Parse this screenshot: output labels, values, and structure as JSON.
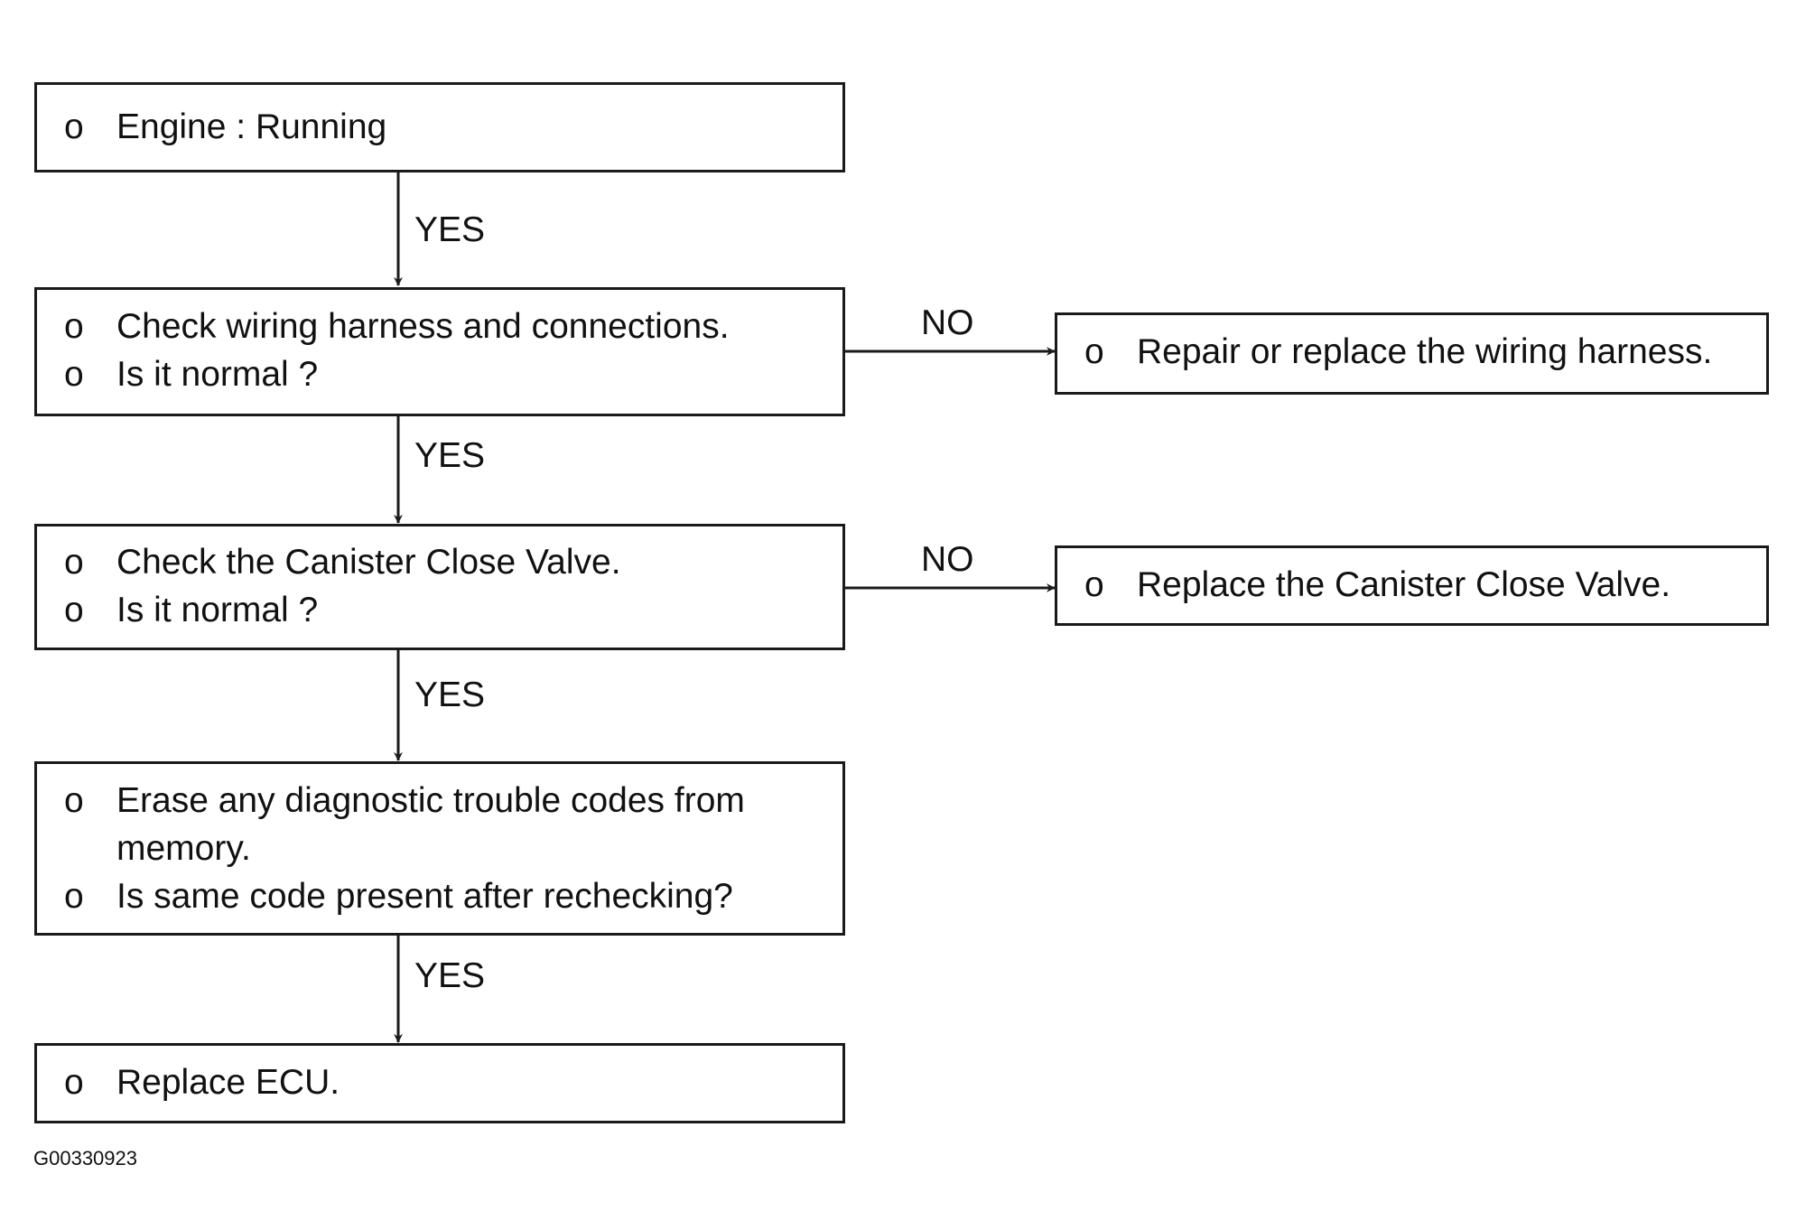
{
  "nodes": {
    "engine": {
      "items": [
        "Engine : Running"
      ]
    },
    "wiring_check": {
      "items": [
        "Check wiring harness and connections.",
        "Is it normal ?"
      ]
    },
    "wiring_repair": {
      "items": [
        "Repair or replace the wiring harness."
      ]
    },
    "valve_check": {
      "items": [
        "Check the Canister Close Valve.",
        "Is it normal ?"
      ]
    },
    "valve_replace": {
      "items": [
        "Replace the Canister Close Valve."
      ]
    },
    "erase_codes": {
      "items": [
        "Erase any diagnostic trouble codes from memory.",
        "Is same code present after rechecking?"
      ]
    },
    "replace_ecu": {
      "items": [
        "Replace ECU."
      ]
    }
  },
  "bullet": "o",
  "edges": {
    "engine_to_wiring": "YES",
    "wiring_to_valve": "YES",
    "wiring_to_repair": "NO",
    "valve_to_erase": "YES",
    "valve_to_replace": "NO",
    "erase_to_ecu": "YES"
  },
  "figure_id": "G00330923"
}
